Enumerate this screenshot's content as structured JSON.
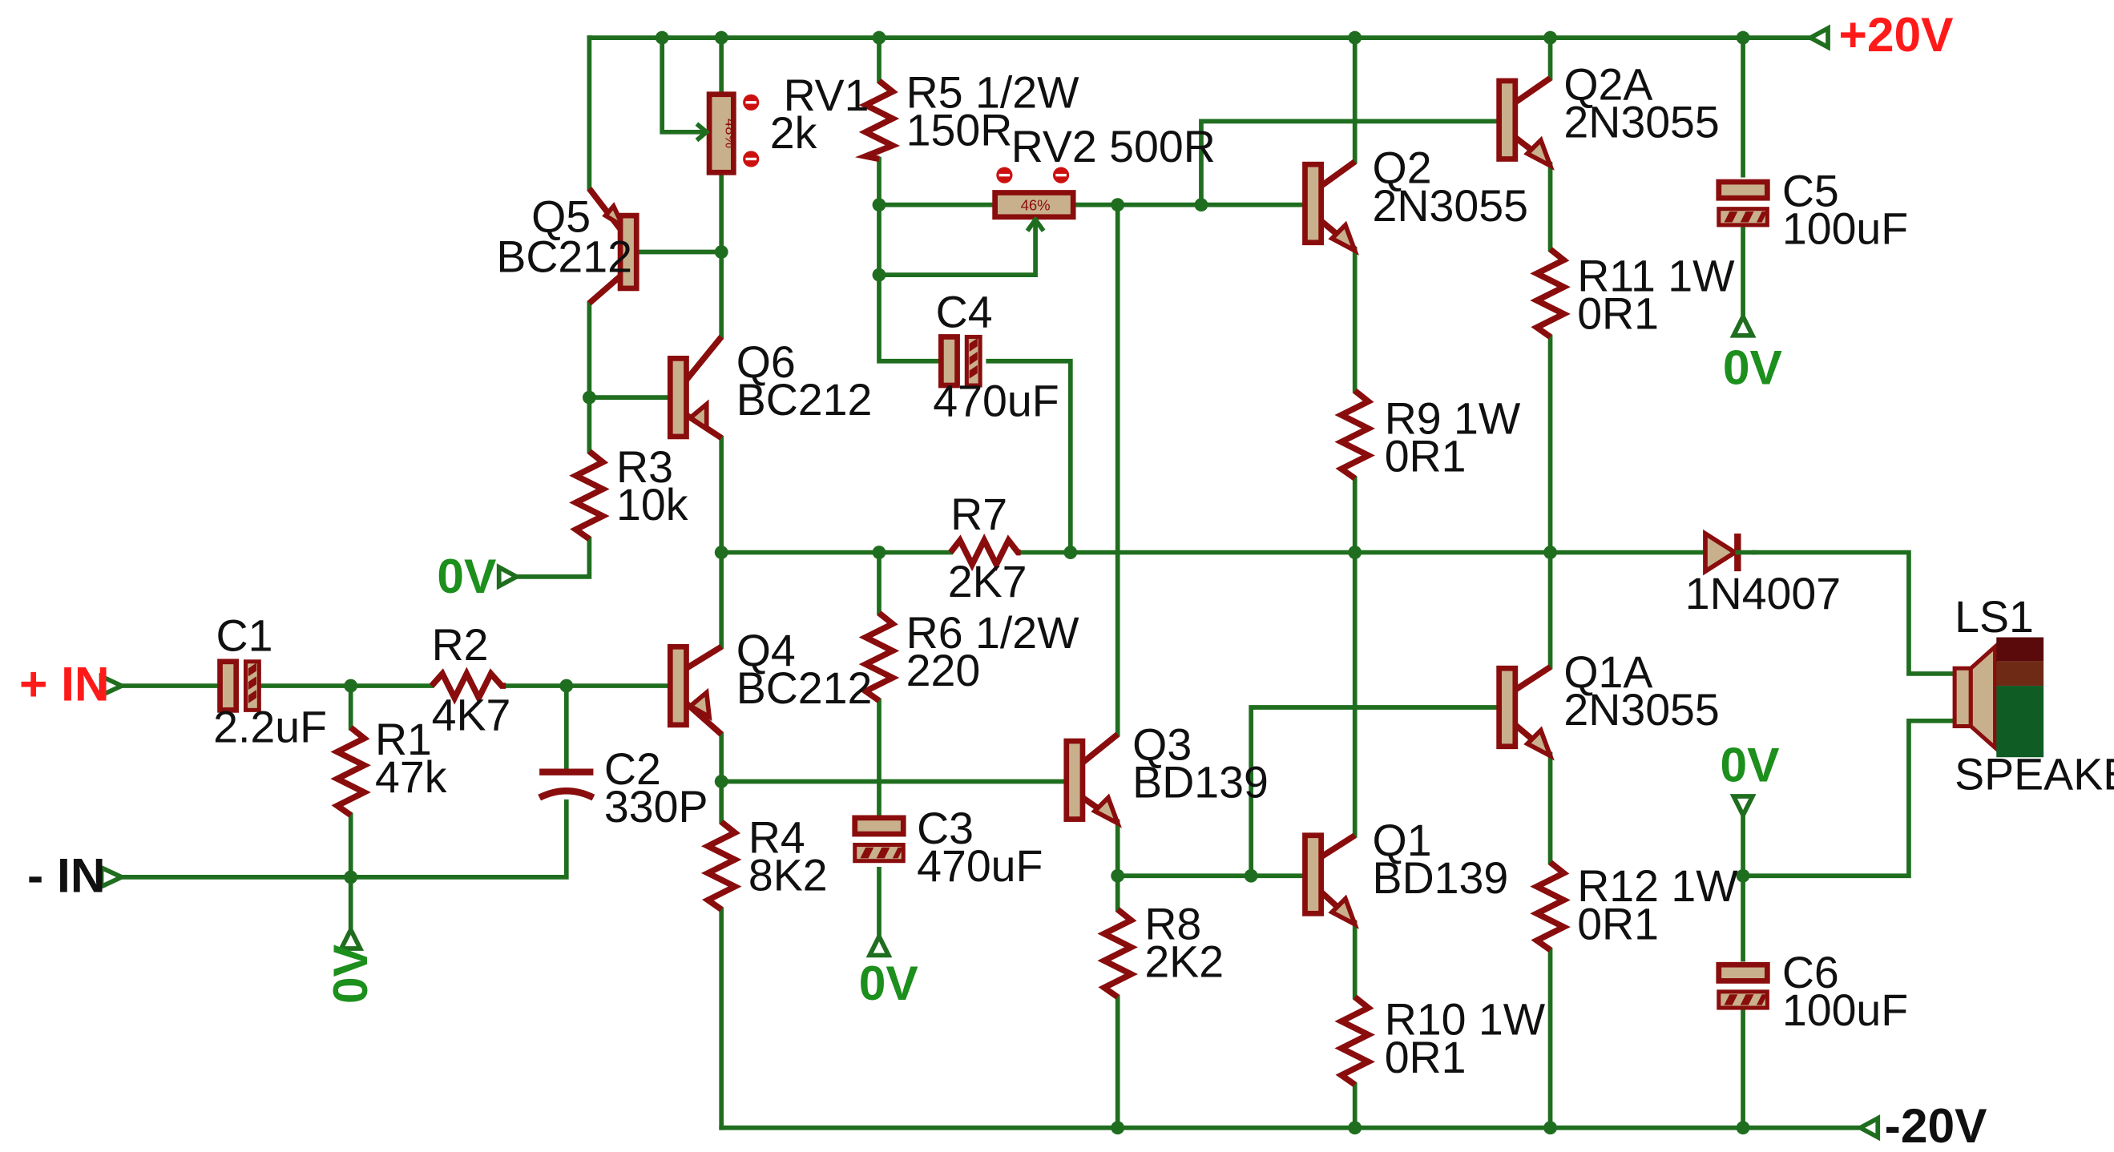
{
  "rails": {
    "positive": "+20V",
    "negative": "-20V",
    "ground": "0V"
  },
  "inputs": {
    "plus": "+ IN",
    "minus": "- IN"
  },
  "components": {
    "C1": {
      "ref": "C1",
      "value": "2.2uF"
    },
    "C2": {
      "ref": "C2",
      "value": "330P"
    },
    "C3": {
      "ref": "C3",
      "value": "470uF"
    },
    "C4": {
      "ref": "C4",
      "value": "470uF"
    },
    "C5": {
      "ref": "C5",
      "value": "100uF"
    },
    "C6": {
      "ref": "C6",
      "value": "100uF"
    },
    "R1": {
      "ref": "R1",
      "value": "47k"
    },
    "R2": {
      "ref": "R2",
      "value": "4K7"
    },
    "R3": {
      "ref": "R3",
      "value": "10k"
    },
    "R4": {
      "ref": "R4",
      "value": "8K2"
    },
    "R5": {
      "ref": "R5  1/2W",
      "value": "150R"
    },
    "R6": {
      "ref": "R6 1/2W",
      "value": "220"
    },
    "R7": {
      "ref": "R7",
      "value": "2K7"
    },
    "R8": {
      "ref": "R8",
      "value": "2K2"
    },
    "R9": {
      "ref": "R9  1W",
      "value": "0R1"
    },
    "R10": {
      "ref": "R10  1W",
      "value": "0R1"
    },
    "R11": {
      "ref": "R11  1W",
      "value": "0R1"
    },
    "R12": {
      "ref": "R12 1W",
      "value": "0R1"
    },
    "RV1": {
      "ref": "RV1",
      "value": "2k",
      "setting": "48%"
    },
    "RV2": {
      "ref": "RV2  500R",
      "setting": "46%"
    },
    "Q1": {
      "ref": "Q1",
      "value": "BD139"
    },
    "Q1A": {
      "ref": "Q1A",
      "value": "2N3055"
    },
    "Q2": {
      "ref": "Q2",
      "value": "2N3055"
    },
    "Q2A": {
      "ref": "Q2A",
      "value": "2N3055"
    },
    "Q3": {
      "ref": "Q3",
      "value": "BD139"
    },
    "Q4": {
      "ref": "Q4",
      "value": "BC212"
    },
    "Q5": {
      "ref": "Q5",
      "value": "BC212"
    },
    "Q6": {
      "ref": "Q6",
      "value": "BC212"
    },
    "D1": {
      "value": "1N4007"
    },
    "LS1": {
      "ref": "LS1",
      "value": "SPEAKER"
    }
  },
  "colors": {
    "wire": "#1f6e1f",
    "component": "#8a0d0d",
    "body_fill": "#c9b08c",
    "power_label": "#ff1a1a",
    "ground_label": "#1c8f1c"
  }
}
